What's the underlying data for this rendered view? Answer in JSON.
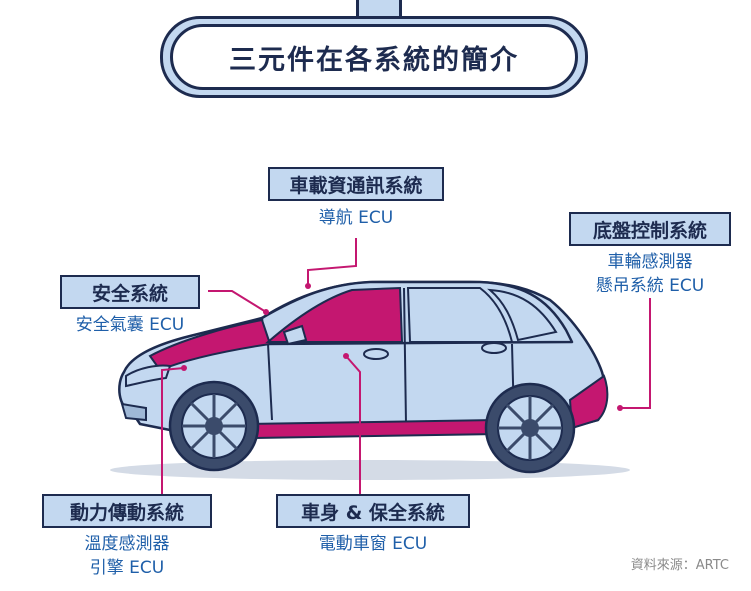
{
  "title": "三元件在各系統的簡介",
  "systems": [
    {
      "id": "infotainment",
      "name": "車載資通訊系統",
      "items": [
        "導航 ECU"
      ]
    },
    {
      "id": "chassis",
      "name": "底盤控制系統",
      "items": [
        "車輪感測器",
        "懸吊系統 ECU"
      ]
    },
    {
      "id": "safety",
      "name": "安全系統",
      "items": [
        "安全氣囊 ECU"
      ]
    },
    {
      "id": "powertrain",
      "name": "動力傳動系統",
      "items": [
        "溫度感測器",
        "引擎 ECU"
      ]
    },
    {
      "id": "body",
      "name": "車身 & 保全系統",
      "items": [
        "電動車窗 ECU"
      ]
    }
  ],
  "source": "資料來源：ARTC",
  "colors": {
    "navy": "#1d2b4f",
    "light_blue": "#c3d8f0",
    "magenta": "#c41770",
    "text_blue": "#1f5fa9",
    "car_body": "#c3d8f0"
  }
}
